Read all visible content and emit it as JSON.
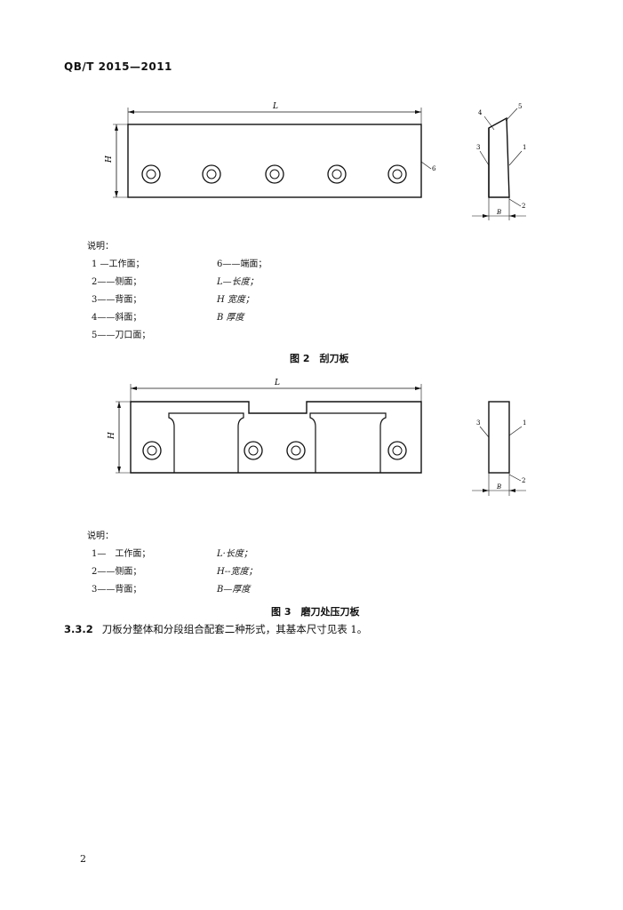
{
  "header": {
    "standard": "QB/T 2015—2011"
  },
  "figure2": {
    "dim_L": "L",
    "dim_H": "H",
    "dim_B": "B",
    "callouts": [
      "1",
      "2",
      "3",
      "4",
      "5",
      "6"
    ],
    "legend_title": "说明：",
    "legend": [
      "1 —工作面；",
      "2——侧面；",
      "3——背面；",
      "4——斜面；",
      "5——刀口面；",
      "6——端面；",
      "L—长度；",
      "H 宽度；",
      "B 厚度"
    ],
    "caption": "图 2　刮刀板"
  },
  "figure3": {
    "dim_L": "L",
    "dim_H": "H",
    "dim_B": "B",
    "callouts": [
      "1",
      "2",
      "3"
    ],
    "legend_title": "说明：",
    "legend": [
      "1—　工作面；",
      "2——侧面；",
      "3——背面；",
      "L·长度；",
      "H--宽度；",
      "B—厚度"
    ],
    "caption": "图 3　磨刀处压刀板"
  },
  "body": {
    "section_number": "3.3.2",
    "paragraph": "刀板分整体和分段组合配套二种形式，其基本尺寸见表 1。"
  },
  "footer": {
    "page_number": "2"
  }
}
